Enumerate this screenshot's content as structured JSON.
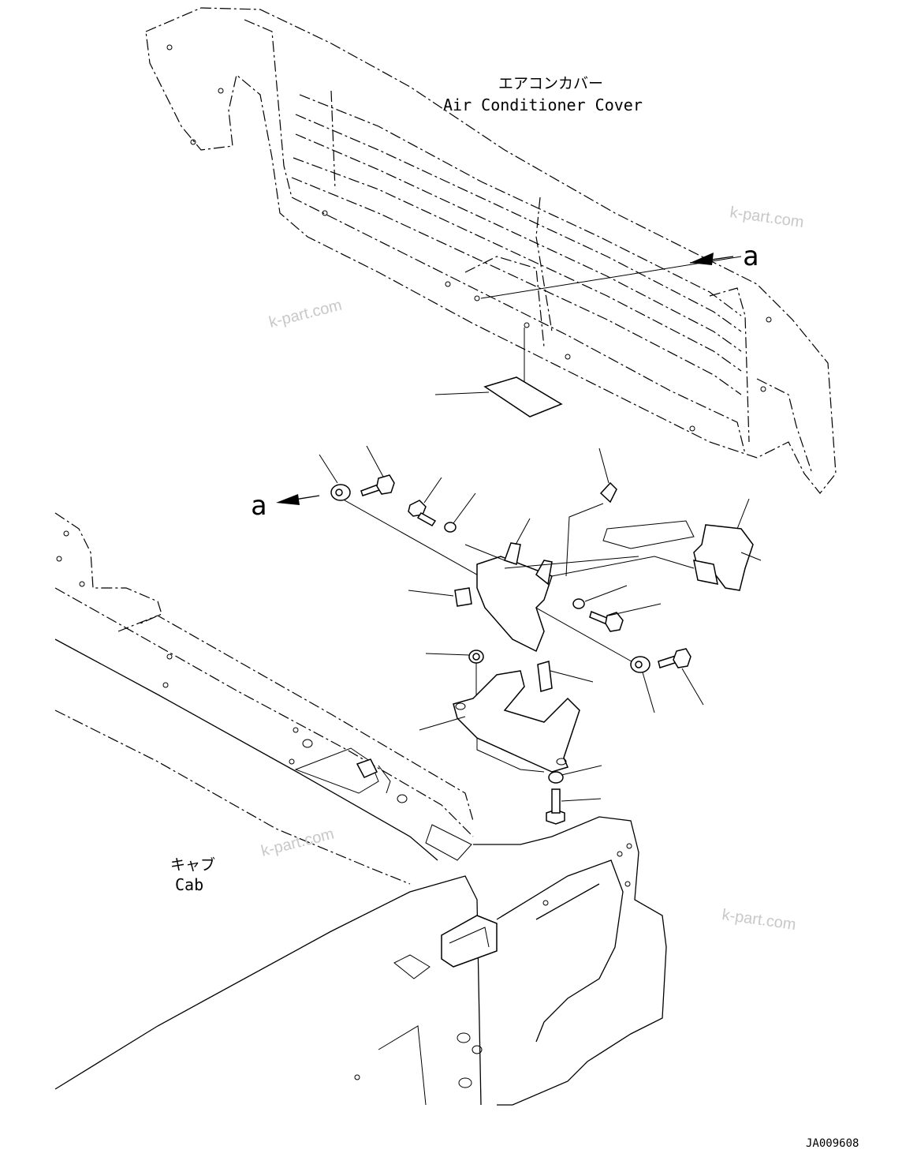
{
  "labels": {
    "cover_jp": "エアコンカバー",
    "cover_en": "Air Conditioner Cover",
    "cab_jp": "キャブ",
    "cab_en": "Cab",
    "ref_a_top": "a",
    "ref_a_left": "a",
    "drawing_no": "JA009608"
  },
  "watermarks": [
    "k-part.com",
    "k-part.com",
    "k-part.com",
    "k-part.com"
  ]
}
